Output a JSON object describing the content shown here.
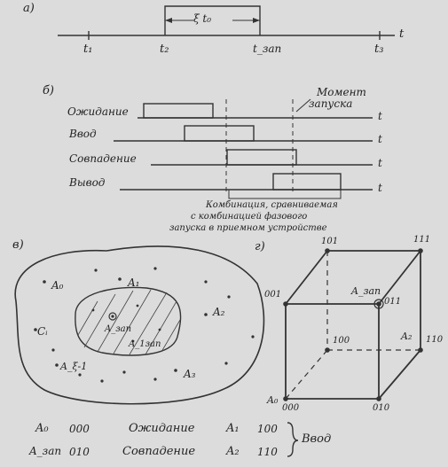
{
  "panel_a": {
    "label": "а)",
    "pulse_label": "ξ t₀",
    "axis_label": "t",
    "ticks": [
      "t₁",
      "t₂",
      "t_зап",
      "t₃"
    ]
  },
  "panel_b": {
    "label": "б)",
    "moment_label_1": "Момент",
    "moment_label_2": "запуска",
    "signals": [
      "Ожидание",
      "Ввод",
      "Совпадение",
      "Вывод"
    ],
    "axis_label": "t",
    "caption": [
      "Комбинация, сравниваемая",
      "с комбинацией фазового",
      "запуска в приемном устройстве"
    ]
  },
  "panel_v": {
    "label": "в)",
    "outer_points": [
      "A₀",
      "A₁",
      "A₂",
      "Cᵢ",
      "A_ξ-1",
      "A₃"
    ],
    "inner_points": [
      "A_зап",
      "A_1зап"
    ]
  },
  "panel_g": {
    "label": "г)",
    "vertices": [
      "101",
      "111",
      "001",
      "011",
      "100",
      "110",
      "000",
      "010"
    ],
    "vertex_labels": [
      "A_зап",
      "A₂",
      "A₀"
    ]
  },
  "legend": {
    "rows": [
      {
        "sym": "A₀",
        "code": "000",
        "name": "Ожидание"
      },
      {
        "sym": "A_зап",
        "code": "010",
        "name": "Совпадение"
      }
    ],
    "right_rows": [
      {
        "sym": "A₁",
        "code": "100"
      },
      {
        "sym": "A₂",
        "code": "110"
      }
    ],
    "group_label": "Ввод"
  }
}
